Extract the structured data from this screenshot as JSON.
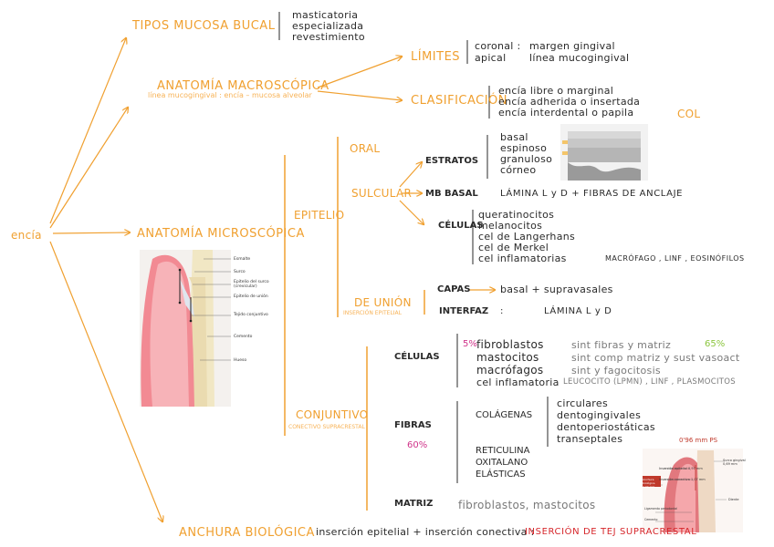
{
  "root": "encía",
  "tipos": {
    "title": "TIPOS MUCOSA BUCAL",
    "items": [
      "masticatoria",
      "especializada",
      "revestimiento"
    ]
  },
  "macro": {
    "title": "ANATOMÍA MACROSCÓPICA",
    "subtitle": "línea mucogingival : encía – mucosa alveolar",
    "limites": {
      "title": "LÍMITES",
      "rows": [
        {
          "k": "coronal :",
          "v": "margen gingival"
        },
        {
          "k": "apical",
          "v": "línea mucogingival"
        }
      ]
    },
    "clasificacion": {
      "title": "CLASIFICACIÓN",
      "items": [
        "encía libre o marginal",
        "encía adherida o insertada",
        "encía interdental o papila"
      ],
      "extra": "COL"
    }
  },
  "micro": {
    "title": "ANATOMÍA MICROSCÓPICA",
    "figure_labels": [
      "Esmalte",
      "Surco",
      "Epitelio del surco (crevicular)",
      "Epitelio de unión",
      "Tejido conjuntivo",
      "Cemento",
      "Hueso"
    ],
    "epitelio": {
      "title": "EPITELIO",
      "oral": "ORAL",
      "sulcular": "SULCULAR",
      "estratos": {
        "title": "ESTRATOS",
        "items": [
          "basal",
          "espinoso",
          "granuloso",
          "córneo"
        ]
      },
      "mb_basal": {
        "title": "MB BASAL",
        "text": "LÁMINA  L y D  +  FIBRAS DE ANCLAJE"
      },
      "celulas": {
        "title": "CÉLULAS",
        "items": [
          "queratinocitos",
          "melanocitos",
          "cel de Langerhans",
          "cel de Merkel"
        ],
        "last_label": "cel inflamatorias",
        "last_detail": "MACRÓFAGO , LINF , EOSINÓFILOS"
      },
      "union": {
        "title": "DE UNIÓN",
        "subtitle": "INSERCIÓN EPITELIAL",
        "capas": {
          "title": "CAPAS",
          "text": "basal  +  supravasales"
        },
        "interfaz": {
          "title": "INTERFAZ",
          "text": "LÁMINA  L y D"
        }
      }
    },
    "conjuntivo": {
      "title": "CONJUNTIVO",
      "subtitle": "CONECTIVO SUPRACRESTAL",
      "celulas": {
        "title": "CÉLULAS",
        "pct": "5%",
        "rows": [
          {
            "name": "fibroblastos",
            "desc": "sint fibras y matriz",
            "pct": "65%"
          },
          {
            "name": "mastocitos",
            "desc": "sint comp matriz y sust vasoact"
          },
          {
            "name": "macrófagos",
            "desc": "sint y fagocitosis"
          },
          {
            "name": "cel inflamatoria",
            "desc": "LEUCOCITO (LPMN) , LINF , PLASMOCITOS"
          }
        ]
      },
      "fibras": {
        "title": "FIBRAS",
        "pct": "60%",
        "colagenas": {
          "title": "COLÁGENAS",
          "items": [
            "circulares",
            "dentogingivales",
            "dentoperiostáticas",
            "transeptales"
          ]
        },
        "otras": [
          "RETICULINA",
          "OXITALANO",
          "ELÁSTICAS"
        ]
      },
      "matriz": {
        "title": "MATRIZ",
        "text": "fibroblastos, mastocitos"
      }
    }
  },
  "anchura": {
    "title": "ANCHURA BIOLÓGICA",
    "text": "inserción epitelial + inserción conectiva :",
    "highlight": "INSERCIÓN DE TEJ SUPRACRESTAL",
    "measure": "0'96 mm  PS",
    "figure_labels": [
      "Surco gingival 0,69 mm",
      "Inserción epitelial 0,97 mm",
      "Inserción conectiva 1,07 mm",
      "Anchura biológica 2,04 mm",
      "Ligamento periodontal",
      "Cemento",
      "Diente"
    ]
  }
}
